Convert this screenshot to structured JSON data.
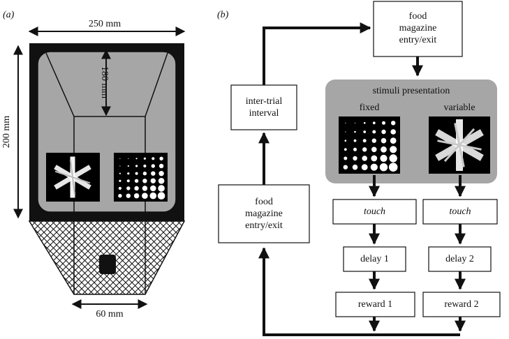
{
  "panel_a": {
    "label": "(a)",
    "width_label": "250 mm",
    "height_label": "200 mm",
    "depth_label": "180 mm",
    "bottom_label": "60 mm"
  },
  "panel_b": {
    "label": "(b)",
    "top_box": "food\nmagazine\nentry/exit",
    "iti_box": "inter-trial\ninterval",
    "left_box": "food\nmagazine\nentry/exit",
    "stimuli_title": "stimuli presentation",
    "fixed_label": "fixed",
    "variable_label": "variable",
    "touch_1": "touch",
    "touch_2": "touch",
    "delay_1": "delay 1",
    "delay_2": "delay 2",
    "reward_1": "reward 1",
    "reward_2": "reward 2"
  }
}
